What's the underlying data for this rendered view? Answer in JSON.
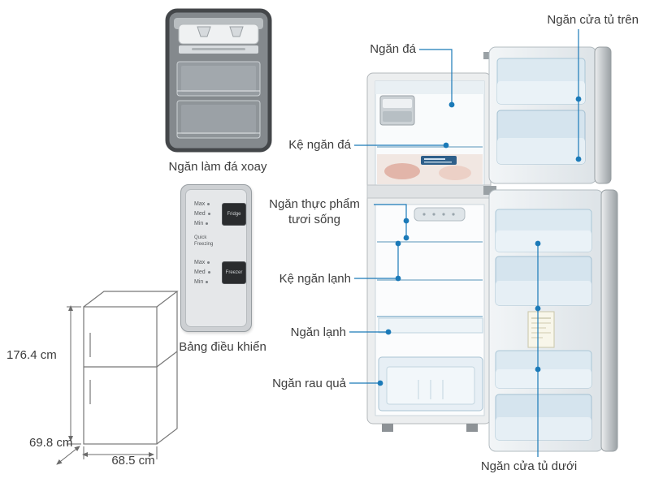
{
  "colors": {
    "callout_blue": "#1b7ab8",
    "label_text": "#3d3d3d",
    "silver": "#c6cacd"
  },
  "callouts": {
    "ngan_da": "Ngăn đá",
    "ngan_cua_tu_tren": "Ngăn cửa tủ trên",
    "ke_ngan_da": "Kệ ngăn đá",
    "ngan_lam_da_xoay": "Ngăn làm đá xoay",
    "ngan_thuc_pham_1": "Ngăn thực phẩm",
    "ngan_thuc_pham_2": "tươi sống",
    "ke_ngan_lanh": "Kệ ngăn lạnh",
    "ngan_lanh": "Ngăn lạnh",
    "ngan_rau_qua": "Ngăn rau quả",
    "bang_dieu_khien": "Bảng điều khiển",
    "ngan_cua_tu_duoi": "Ngăn cửa tủ dưới"
  },
  "dimensions": {
    "height": "176.4 cm",
    "depth": "69.8 cm",
    "width": "68.5 cm"
  },
  "control_panel": {
    "top_rows": [
      "Max",
      "Med",
      "Min"
    ],
    "quick_label": "Quick Freezing",
    "bottom_rows": [
      "Max",
      "Med",
      "Min"
    ],
    "fridge_button": "Fridge",
    "freezer_button": "Freezer"
  }
}
